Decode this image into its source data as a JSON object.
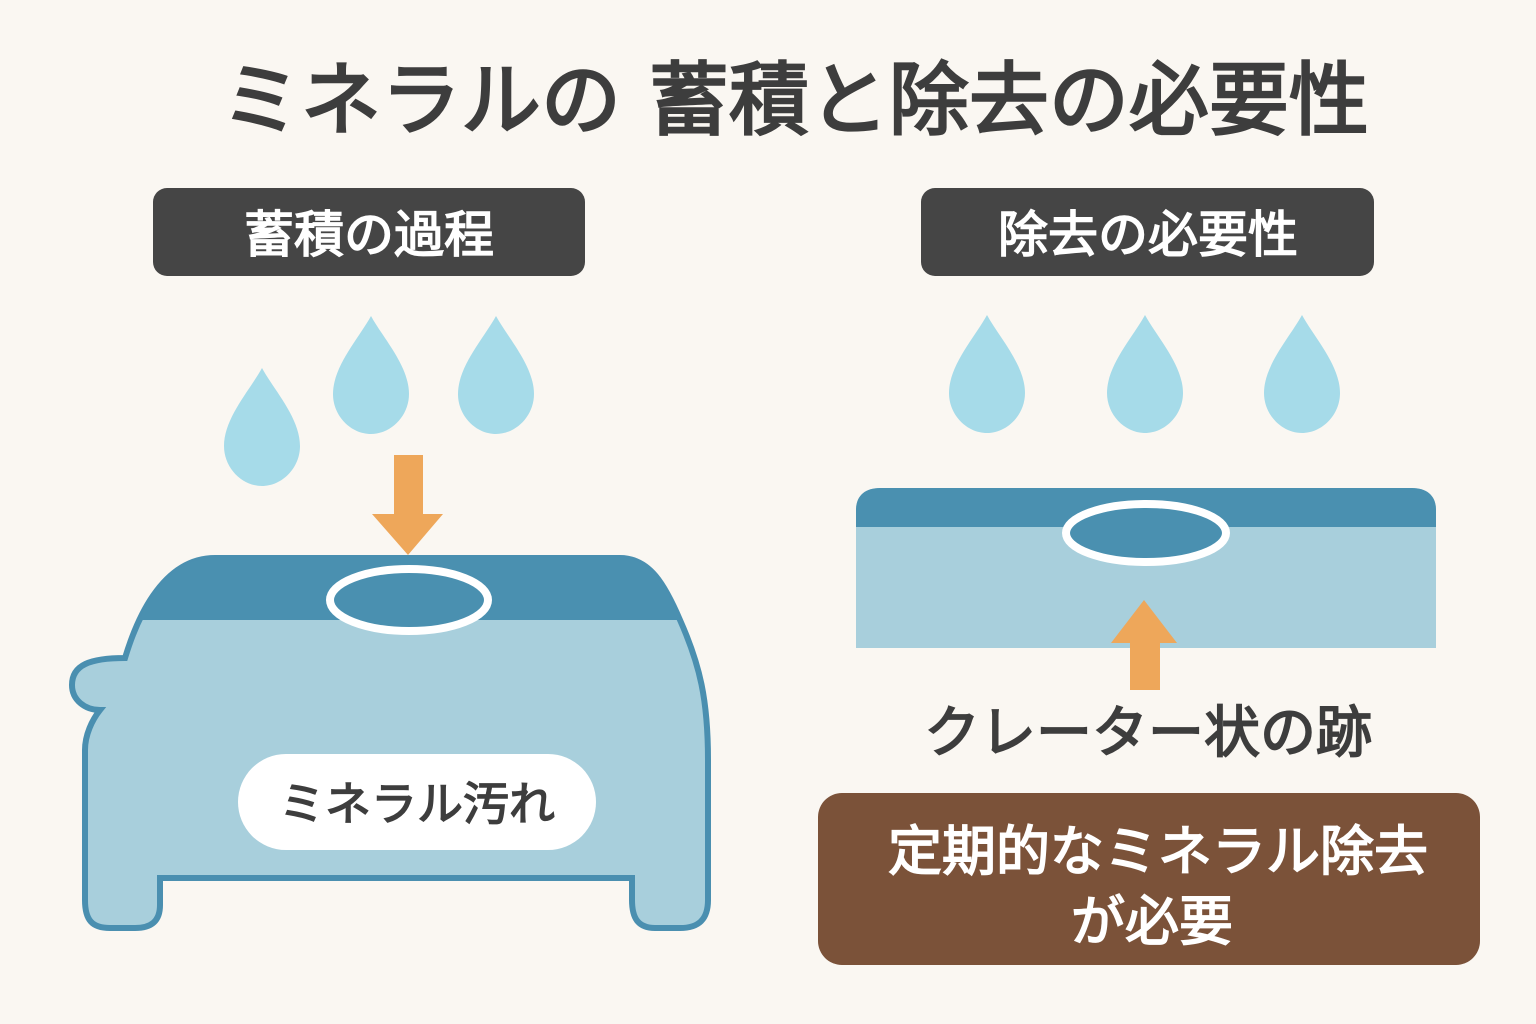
{
  "title": "ミネラルの 蓄積と除去の必要性",
  "left_panel": {
    "heading": "蓄積の過程",
    "stain_label": "ミネラル汚れ"
  },
  "right_panel": {
    "heading": "除去の必要性",
    "crater_label": "クレーター状の跡",
    "conclusion_line1": "定期的なミネラル除去",
    "conclusion_line2": "が必要"
  },
  "colors": {
    "background": "#faf7f2",
    "heading_box": "#454545",
    "water_drop": "#a6dbe9",
    "arrow": "#eea75a",
    "car_dark": "#4a90b0",
    "car_light": "#a8cfdc",
    "conclusion_box": "#7b5239"
  }
}
